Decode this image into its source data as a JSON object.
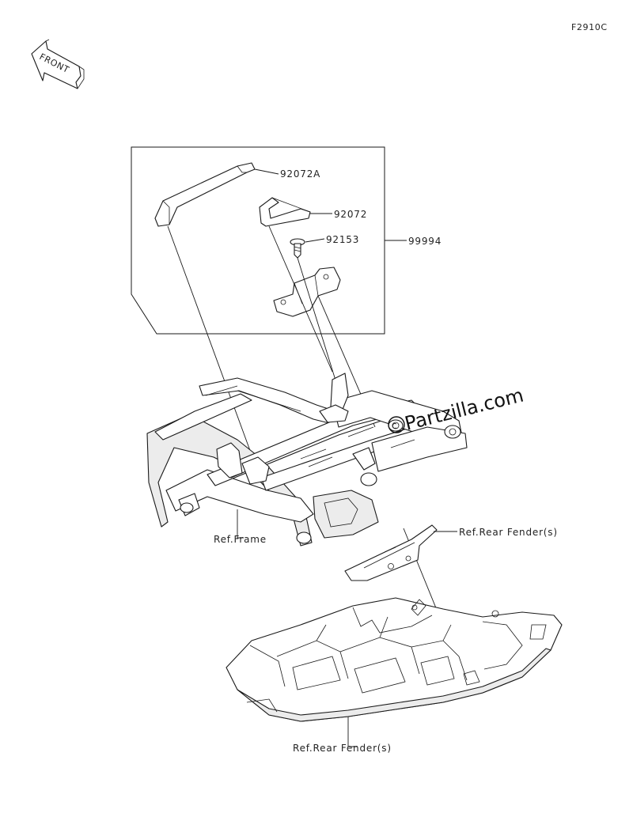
{
  "figure_code": "F2910C",
  "front_arrow": {
    "label": "FRONT",
    "icon": "front-direction-arrow-icon"
  },
  "callouts": {
    "p92072a": "92072A",
    "p92072": "92072",
    "p92153": "92153",
    "p99994": "99994",
    "ref_frame": "Ref.Frame",
    "ref_rear_fender_upper": "Ref.Rear Fender(s)",
    "ref_rear_fender_lower": "Ref.Rear Fender(s)"
  },
  "watermark": {
    "text": "Partzilla.com",
    "icon": "copyright-icon"
  },
  "colors": {
    "line": "#1a1a1a",
    "background": "#ffffff"
  }
}
